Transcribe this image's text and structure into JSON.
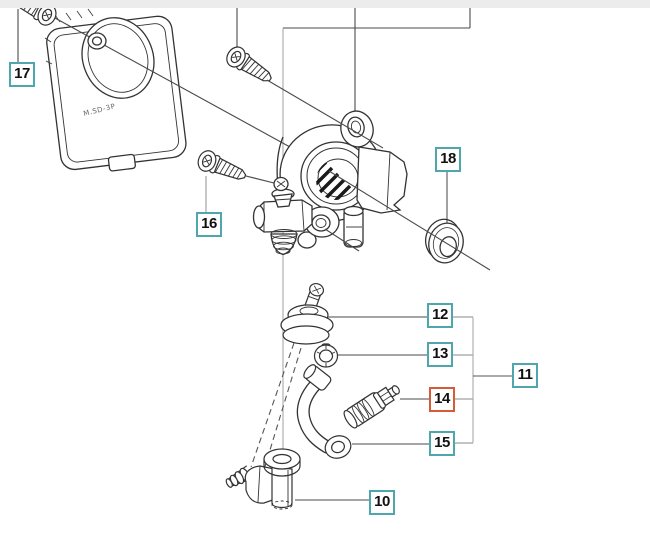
{
  "colors": {
    "callout_border": "#4FA7AE",
    "callout_highlight_border": "#D65B38",
    "callout_text": "#111111",
    "line_dark": "#4a4a4a",
    "line_light": "#a9a9a9",
    "drawing_stroke": "#333333",
    "background": "#ffffff",
    "top_strip": "#ececec"
  },
  "diagram": {
    "type": "exploded-parts-diagram",
    "plate_marking": "M.SD-3P",
    "callouts": {
      "c10": {
        "num": "10"
      },
      "c11": {
        "num": "11"
      },
      "c12": {
        "num": "12"
      },
      "c13": {
        "num": "13"
      },
      "c14": {
        "num": "14"
      },
      "c15": {
        "num": "15"
      },
      "c16": {
        "num": "16"
      },
      "c17": {
        "num": "17"
      },
      "c18": {
        "num": "18"
      }
    },
    "highlighted_callout": "14",
    "group_callout": "11",
    "group_members": [
      "12",
      "13",
      "14",
      "15"
    ]
  }
}
